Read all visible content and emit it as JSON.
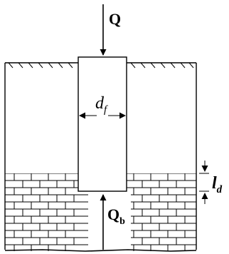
{
  "diagram": {
    "load_label": "Q",
    "diameter_label": {
      "main": "d",
      "sub": "f"
    },
    "embedment_label": {
      "main": "l",
      "sub": "d"
    },
    "base_resistance_label": {
      "main": "Q",
      "sub": "b"
    }
  }
}
